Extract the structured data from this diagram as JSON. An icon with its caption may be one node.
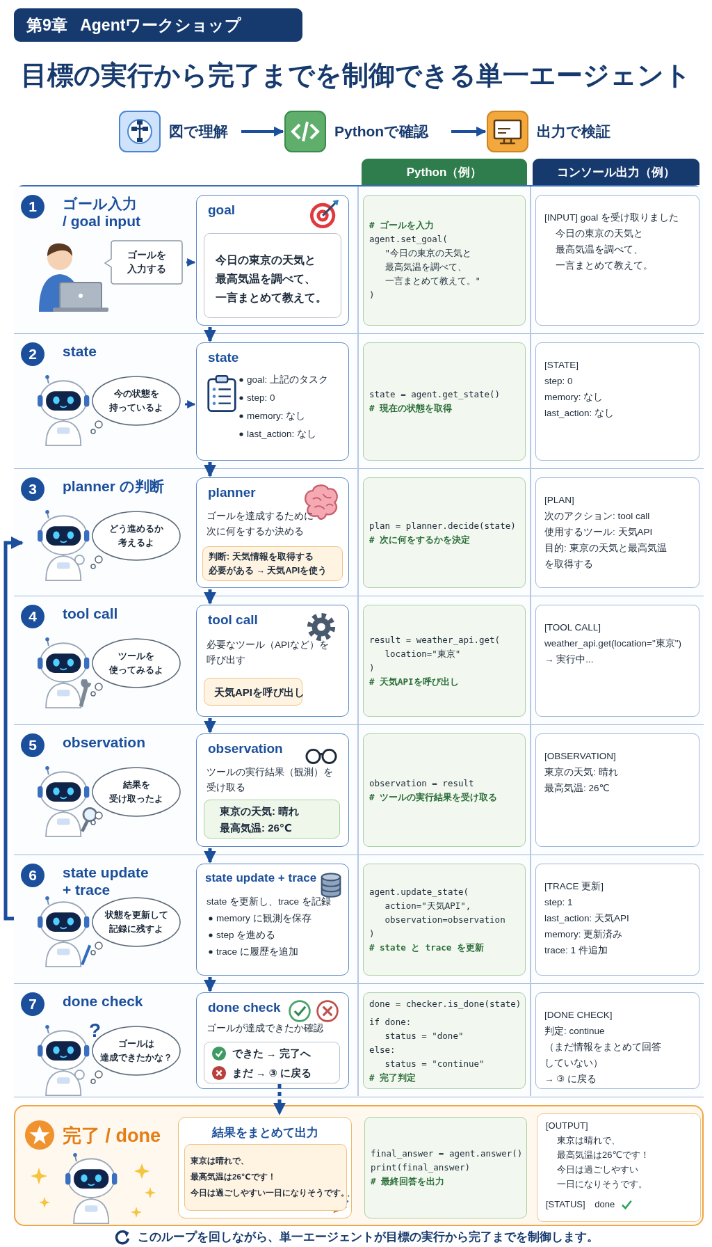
{
  "diagram": {
    "title": "目標の実行から完了までを制御できる単一エージェント",
    "caption": "このループを回しながら、単一エージェントが目標の実行から完了までを制御します。",
    "nodes": [
      {
        "text": [
          "第9章 Agentワークショップ"
        ]
      },
      {
        "text": [
          "図で理解"
        ]
      },
      {
        "text": [
          "Pythonで確認"
        ]
      },
      {
        "text": [
          "出力で検証"
        ]
      },
      {
        "text": [
          "Python（例）"
        ]
      },
      {
        "text": [
          "コンソール出力（例）"
        ]
      },
      {
        "text": [
          "ゴール入力 / goal input"
        ]
      },
      {
        "text": [
          "1"
        ],
        "in": 6
      },
      {
        "text": [
          "ゴールを入力する"
        ],
        "in": 6
      },
      {
        "text": [
          "goal"
        ],
        "in": 6
      },
      {
        "text": [
          "今日の東京の天気と最高気温を調べて、一言まとめて教えて。"
        ],
        "in": 9
      },
      {
        "text": [
          "# ゴールを入力",
          "agent.set_goal(",
          "\"今日の東京の天気と最高気温を調べて、一言まとめて教えて。\"",
          ")"
        ],
        "in": 6
      },
      {
        "text": [
          "[INPUT] goal を受け取りました",
          "今日の東京の天気と最高気温を調べて、一言まとめて教えて。"
        ],
        "in": 6
      },
      {
        "text": [
          "state"
        ]
      },
      {
        "text": [
          "2"
        ],
        "in": 13
      },
      {
        "text": [
          "今の状態を持っているよ"
        ],
        "in": 13
      },
      {
        "text": [
          "state",
          "goal: 上記のタスク",
          "step: 0",
          "memory: なし",
          "last_action: なし"
        ],
        "in": 13
      },
      {
        "text": [
          "state = agent.get_state()",
          "# 現在の状態を取得"
        ],
        "in": 13
      },
      {
        "text": [
          "[STATE]",
          "step: 0",
          "memory: なし",
          "last_action: なし"
        ],
        "in": 13
      },
      {
        "text": [
          "planner の判断"
        ]
      },
      {
        "text": [
          "3"
        ],
        "in": 19
      },
      {
        "text": [
          "どう進めるか考えるよ"
        ],
        "in": 19
      },
      {
        "text": [
          "planner",
          "ゴールを達成するために次に何をするか決める"
        ],
        "in": 19
      },
      {
        "text": [
          "判断: 天気情報を取得する必要がある → 天気APIを使う"
        ],
        "in": 22
      },
      {
        "text": [
          "plan = planner.decide(state)",
          "# 次に何をするかを決定"
        ],
        "in": 19
      },
      {
        "text": [
          "[PLAN]",
          "次のアクション: tool call",
          "使用するツール: 天気API",
          "目的: 東京の天気と最高気温を取得する"
        ],
        "in": 19
      },
      {
        "text": [
          "tool call"
        ]
      },
      {
        "text": [
          "4"
        ],
        "in": 26
      },
      {
        "text": [
          "ツールを使ってみるよ"
        ],
        "in": 26
      },
      {
        "text": [
          "tool call",
          "必要なツール（APIなど）を呼び出す"
        ],
        "in": 26
      },
      {
        "text": [
          "天気APIを呼び出し"
        ],
        "in": 29
      },
      {
        "text": [
          "result = weather_api.get(",
          "location=\"東京\"",
          ")",
          "# 天気APIを呼び出し"
        ],
        "in": 26
      },
      {
        "text": [
          "[TOOL CALL]",
          "weather_api.get(location=\"東京\")",
          "→ 実行中..."
        ],
        "in": 26
      },
      {
        "text": [
          "observation"
        ]
      },
      {
        "text": [
          "5"
        ],
        "in": 33
      },
      {
        "text": [
          "結果を受け取ったよ"
        ],
        "in": 33
      },
      {
        "text": [
          "observation",
          "ツールの実行結果（観測）を受け取る"
        ],
        "in": 33
      },
      {
        "text": [
          "東京の天気: 晴れ",
          "最高気温: 26℃"
        ],
        "in": 36
      },
      {
        "text": [
          "observation = result",
          "# ツールの実行結果を受け取る"
        ],
        "in": 33
      },
      {
        "text": [
          "[OBSERVATION]",
          "東京の天気: 晴れ",
          "最高気温: 26℃"
        ],
        "in": 33
      },
      {
        "text": [
          "state update + trace"
        ]
      },
      {
        "text": [
          "6"
        ],
        "in": 40
      },
      {
        "text": [
          "状態を更新して記録に残すよ"
        ],
        "in": 40
      },
      {
        "text": [
          "state update + trace",
          "state を更新し、trace を記録",
          "memory に観測を保存",
          "step を進める",
          "trace に履歴を追加"
        ],
        "in": 40
      },
      {
        "text": [
          "agent.update_state(",
          "action=\"天気API\",",
          "observation=observation",
          ")",
          "# state と trace を更新"
        ],
        "in": 40
      },
      {
        "text": [
          "[TRACE 更新]",
          "step: 1",
          "last_action: 天気API",
          "memory: 更新済み",
          "trace: 1 件追加"
        ],
        "in": 40
      },
      {
        "text": [
          "done check"
        ]
      },
      {
        "text": [
          "7"
        ],
        "in": 46
      },
      {
        "text": [
          "ゴールは達成できたかな？"
        ],
        "in": 46
      },
      {
        "text": [
          "done check",
          "ゴールが達成できたか確認"
        ],
        "in": 46
      },
      {
        "text": [
          "できた → 完了へ",
          "まだ → ③ に戻る"
        ],
        "in": 49
      },
      {
        "text": [
          "done = checker.is_done(state)",
          "if done:",
          "status = \"done\"",
          "else:",
          "status = \"continue\"",
          "# 完了判定"
        ],
        "in": 46
      },
      {
        "text": [
          "[DONE CHECK]",
          "判定: continue",
          "（まだ情報をまとめて回答していない）",
          "→ ③ に戻る"
        ],
        "in": 46
      },
      {
        "text": [
          "完了 / done"
        ]
      },
      {
        "text": [
          "結果をまとめて出力"
        ],
        "in": 53
      },
      {
        "text": [
          "東京は晴れで、最高気温は26℃です！今日は過ごしやすい一日になりそうです。"
        ],
        "in": 54
      },
      {
        "text": [
          "final_answer = agent.answer()",
          "print(final_answer)",
          "# 最終回答を出力"
        ],
        "in": 53
      },
      {
        "text": [
          "[OUTPUT]",
          "東京は晴れで、最高気温は26℃です！今日は過ごしやすい一日になりそうです。",
          "[STATUS] done"
        ],
        "in": 53
      }
    ],
    "edges": [
      {
        "from": 1,
        "to": 2,
        "arrow": "to"
      },
      {
        "from": 2,
        "to": 3,
        "arrow": "to"
      },
      {
        "from": 8,
        "to": 9,
        "arrow": "to"
      },
      {
        "from": 15,
        "to": 16,
        "arrow": "to"
      },
      {
        "from": 9,
        "to": 16,
        "arrow": "to"
      },
      {
        "from": 16,
        "to": 22,
        "arrow": "to"
      },
      {
        "from": 22,
        "to": 29,
        "arrow": "to"
      },
      {
        "from": 29,
        "to": 36,
        "arrow": "to"
      },
      {
        "from": 36,
        "to": 43,
        "arrow": "to"
      },
      {
        "from": 43,
        "to": 49,
        "arrow": "to"
      },
      {
        "from": 40,
        "to": 19,
        "arrow": "to"
      },
      {
        "from": 50,
        "to": 54,
        "arrow": "to",
        "style": "dashed"
      }
    ],
    "labels": [
      "?"
    ]
  }
}
